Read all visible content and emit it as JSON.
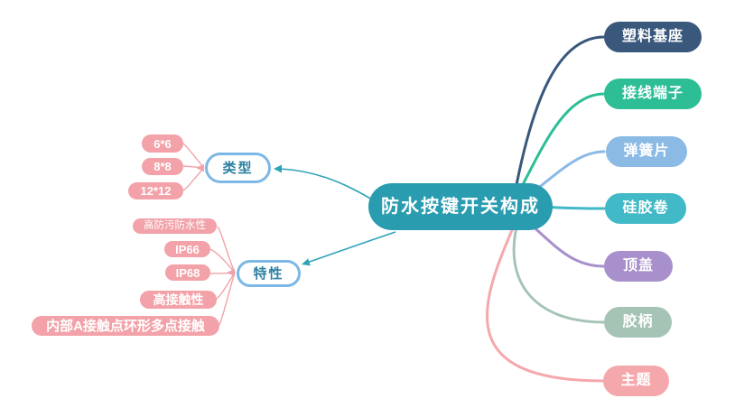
{
  "palette": {
    "background": "#FFFFFF",
    "root_fill": "#2A9CB0",
    "root_text": "#FFFFFF",
    "parent_border": "#7CB7E5",
    "parent_text": "#2C80A0",
    "child_pill": "#F2A2A8",
    "child_text": "#FFFFFF",
    "child_line": "#F0A3AB",
    "arrow": "#2FA3B8"
  },
  "root": {
    "label": "防水按键开关构成"
  },
  "right_branches": [
    {
      "label": "塑料基座",
      "color": "#3A587C"
    },
    {
      "label": "接线端子",
      "color": "#2DBE96"
    },
    {
      "label": "弹簧片",
      "color": "#8BBAE5"
    },
    {
      "label": "硅胶卷",
      "color": "#41B9C6"
    },
    {
      "label": "顶盖",
      "color": "#A790CB"
    },
    {
      "label": "胶柄",
      "color": "#A6C4B6"
    },
    {
      "label": "主题",
      "color": "#F5A8AC"
    }
  ],
  "left_branches": [
    {
      "label": "类型",
      "children": [
        "6*6",
        "8*8",
        "12*12"
      ]
    },
    {
      "label": "特性",
      "children": [
        "高防污防水性",
        "IP66",
        "IP68",
        "高接触性",
        "内部A接触点环形多点接触"
      ]
    }
  ]
}
